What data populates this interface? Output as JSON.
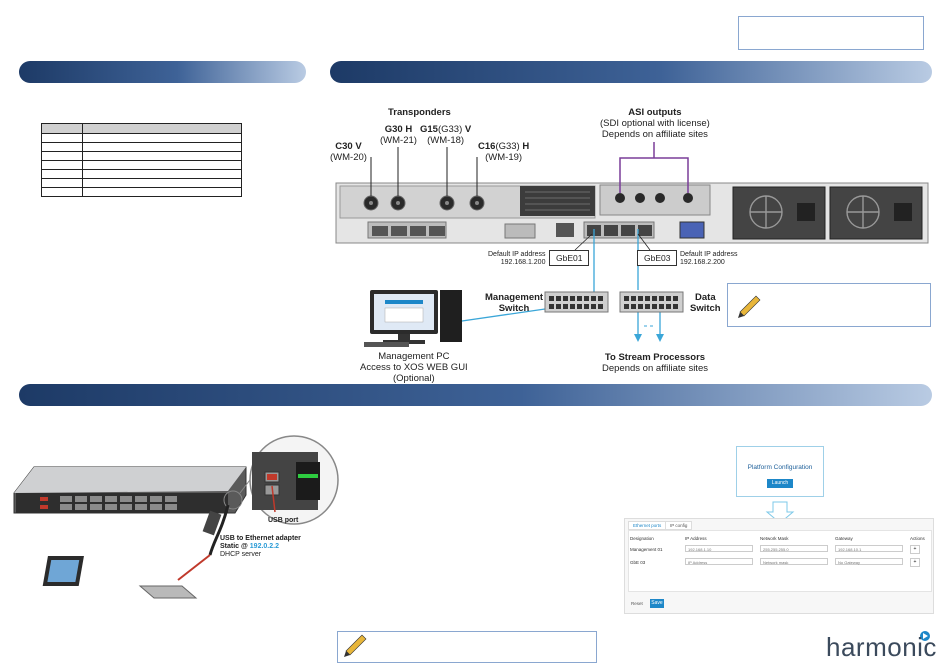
{
  "sections": {
    "left_band": "",
    "right_band": "",
    "bottom_band": ""
  },
  "top_right_box": "",
  "legend_table": {
    "headers": [
      "",
      ""
    ],
    "rows": [
      [
        "",
        ""
      ],
      [
        "",
        ""
      ],
      [
        "",
        ""
      ],
      [
        "",
        ""
      ],
      [
        "",
        ""
      ],
      [
        "",
        ""
      ],
      [
        "",
        ""
      ]
    ]
  },
  "diagram": {
    "transponders_title": "Transponders",
    "c30": {
      "name": "C30 V",
      "code": "(WM-20)"
    },
    "g30": {
      "name": "G30 H",
      "code": "(WM-21)"
    },
    "g15": {
      "name": "G15",
      "alt": "(G33)",
      "pol": " V",
      "code": "(WM-18)"
    },
    "c16": {
      "name": "C16",
      "alt": "(G33)",
      "pol": " H",
      "code": "(WM-19)"
    },
    "asi_title": "ASI outputs",
    "asi_sub1": "(SDI optional with license)",
    "asi_sub2": "Depends on affiliate sites",
    "default_ip1": "Default IP address",
    "ip1": "192.168.1.200",
    "default_ip2": "Default IP address",
    "ip2": "192.168.2.200",
    "gbe01": "GbE01",
    "gbe03": "GbE03",
    "mgmt_switch": "Management",
    "mgmt_switch2": "Switch",
    "data_switch": "Data",
    "data_switch2": "Switch",
    "pc1": "Management  PC",
    "pc2": "Access to XOS  WEB GUI",
    "pc3": "(Optional)",
    "stream_title": "To Stream Processors",
    "stream_sub": "Depends on affiliate sites"
  },
  "bottom": {
    "usb_port": "USB port",
    "usb_adapter": "USB to Ethernet adapter",
    "static_label": "Static @ ",
    "static_ip": "192.0.2.2",
    "dhcp": "DHCP server"
  },
  "platform": {
    "title": "Platform Configuration",
    "launch": "Launch",
    "tabs": [
      "Ethernet ports",
      "IP config"
    ],
    "columns": [
      "Designation",
      "IP Address",
      "Network Mask",
      "Gateway",
      "Actions"
    ],
    "rows": [
      {
        "name": "Management 01",
        "ip": "192.168.1.10",
        "mask": "255.255.255.0",
        "gw": "192.168.10.1"
      },
      {
        "name": "GbE 03",
        "ip": "IP Address",
        "mask": "Network mask",
        "gw": "No Gateway"
      }
    ],
    "reset": "Reset",
    "save": "Save"
  },
  "logo": "harmonic",
  "colors": {
    "band_dark": "#1d3a66",
    "band_light": "#b9cbe3",
    "purple_line": "#7a3d99",
    "cyan_line": "#3aa6d8",
    "ip_highlight": "#2a9bd6",
    "button_blue": "#1d87c8"
  }
}
